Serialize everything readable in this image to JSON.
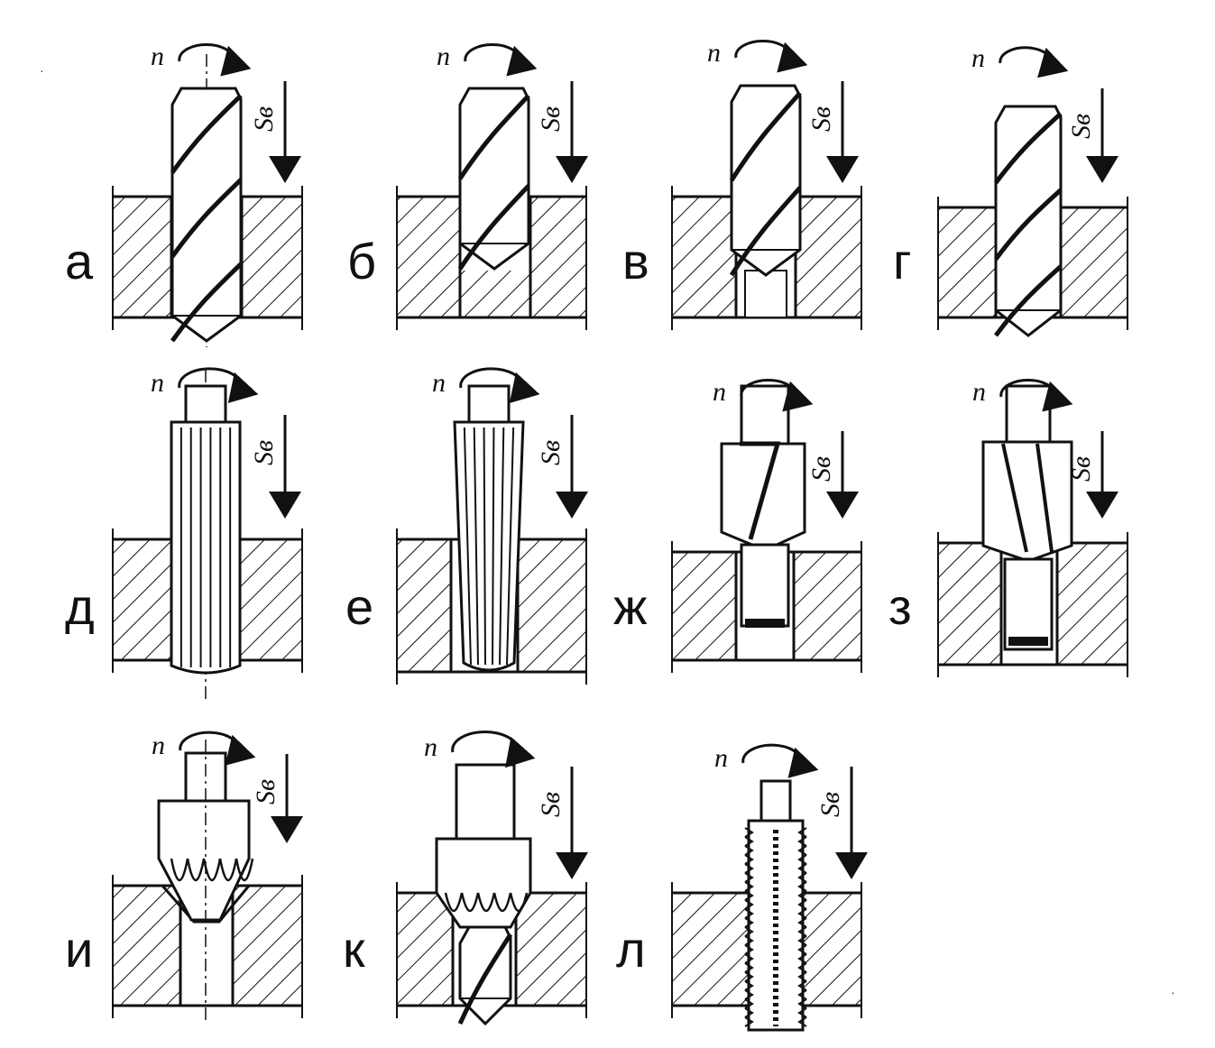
{
  "figure": {
    "rotation_label": "n",
    "feed_label": "Sв",
    "panels": [
      {
        "id": "a",
        "letter": "а",
        "tool": "twist-drill-through"
      },
      {
        "id": "b",
        "letter": "б",
        "tool": "twist-drill-blind"
      },
      {
        "id": "v",
        "letter": "в",
        "tool": "twist-drill-enlarging"
      },
      {
        "id": "g",
        "letter": "г",
        "tool": "core-drill-through"
      },
      {
        "id": "d",
        "letter": "д",
        "tool": "straight-reamer"
      },
      {
        "id": "e",
        "letter": "е",
        "tool": "taper-reamer"
      },
      {
        "id": "zh",
        "letter": "ж",
        "tool": "countersink-cylindrical"
      },
      {
        "id": "z",
        "letter": "з",
        "tool": "counterbore"
      },
      {
        "id": "i",
        "letter": "и",
        "tool": "cone-countersink"
      },
      {
        "id": "k",
        "letter": "к",
        "tool": "combined-countersink-drill"
      },
      {
        "id": "l",
        "letter": "л",
        "tool": "tap"
      }
    ]
  },
  "colors": {
    "ink": "#111111",
    "paper": "#ffffff"
  }
}
